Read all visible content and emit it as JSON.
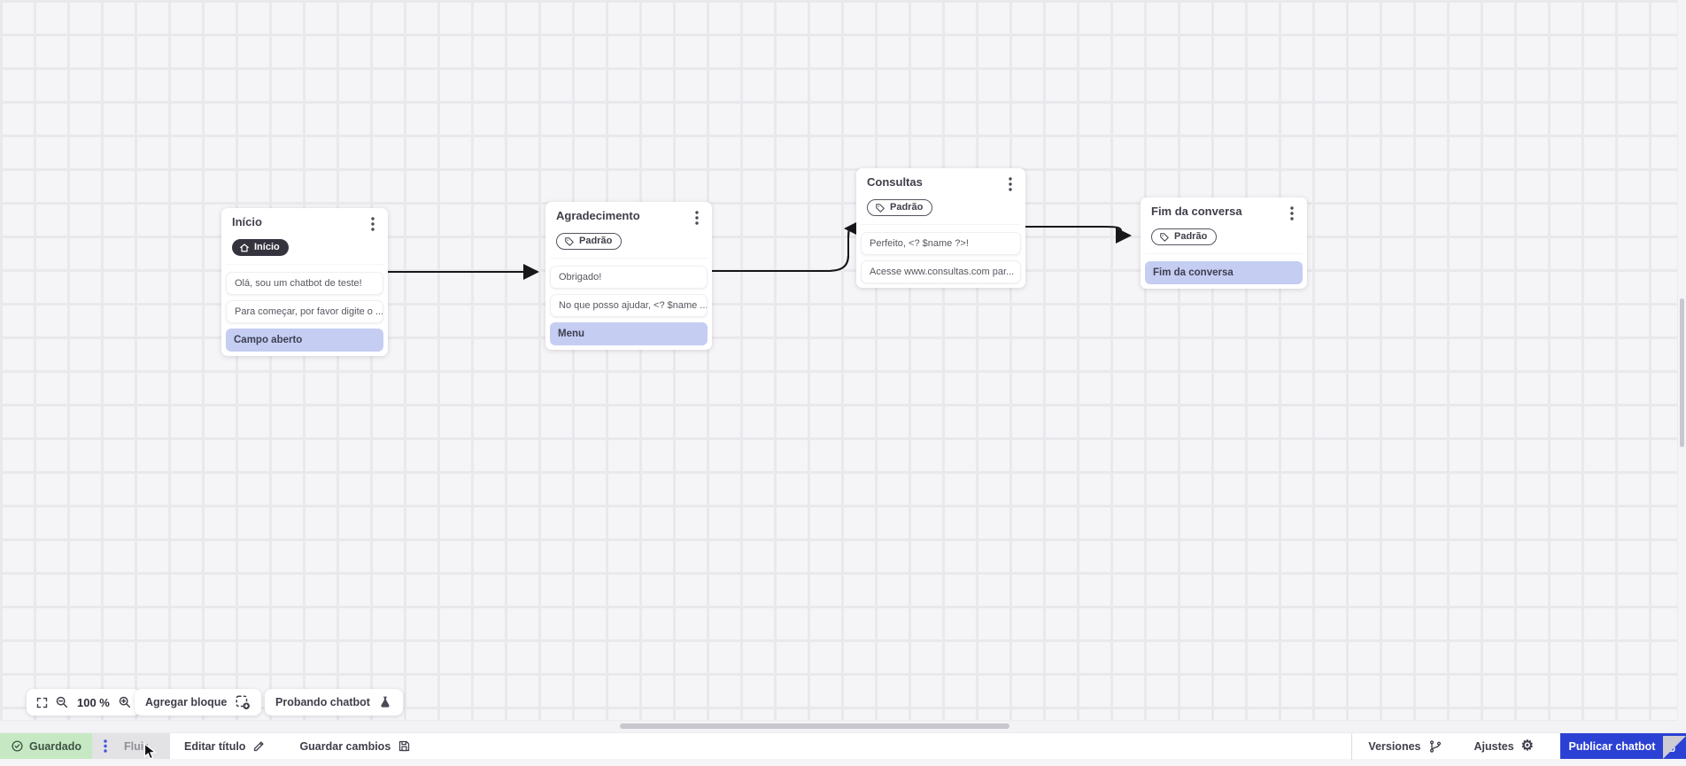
{
  "flow": {
    "nodes": [
      {
        "title": "Início",
        "badge": "Início",
        "messages": [
          "Olá, sou um chatbot de teste!",
          "Para começar, por favor digite o ..."
        ],
        "action": "Campo aberto"
      },
      {
        "title": "Agradecimento",
        "badge": "Padrão",
        "messages": [
          "Obrigado!",
          "No que posso ajudar, <? $name ..."
        ],
        "action": "Menu"
      },
      {
        "title": "Consultas",
        "badge": "Padrão",
        "messages": [
          "Perfeito, <? $name ?>!",
          "Acesse www.consultas.com par..."
        ]
      },
      {
        "title": "Fim da conversa",
        "badge": "Padrão",
        "action": "Fim da conversa"
      }
    ]
  },
  "toolbar": {
    "zoom_level": "100 %",
    "add_block": "Agregar bloque",
    "test_chatbot": "Probando chatbot"
  },
  "statusbar": {
    "saved": "Guardado",
    "flow_tab": "Fluir",
    "edit_title": "Editar título",
    "save_changes": "Guardar cambios",
    "versions": "Versiones",
    "settings": "Ajustes",
    "publish": "Publicar chatbot"
  },
  "colors": {
    "accent_blue": "#2b41d3",
    "action_chip_purple": "#c5cdf3",
    "saved_green": "#c6e9c4",
    "badge_dark": "#34333e",
    "canvas_bg": "#f5f4f6",
    "grid_line": "#e9e8ec"
  }
}
